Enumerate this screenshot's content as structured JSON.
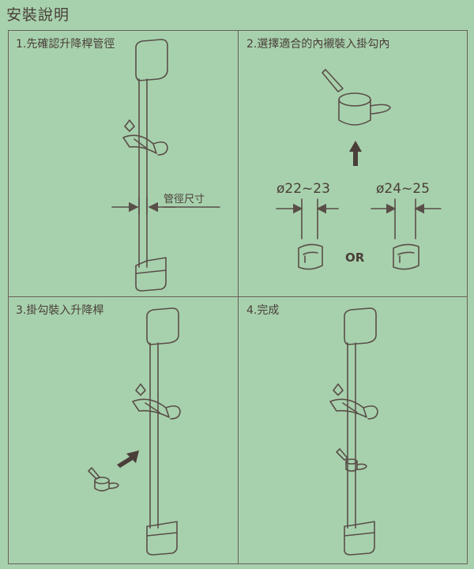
{
  "title": "安裝說明",
  "panels": [
    {
      "label": "1.先確認升降桿管徑",
      "dimension_label": "管徑尺寸"
    },
    {
      "label": "2.選擇適合的內襯裝入掛勾內",
      "option_a": "ø22~23",
      "option_b": "ø24~25",
      "or_label": "OR"
    },
    {
      "label": "3.掛勾裝入升降桿"
    },
    {
      "label": "4.完成"
    }
  ],
  "colors": {
    "background": "#a7d1ad",
    "line": "#5a4e48",
    "text": "#4a3e38"
  }
}
